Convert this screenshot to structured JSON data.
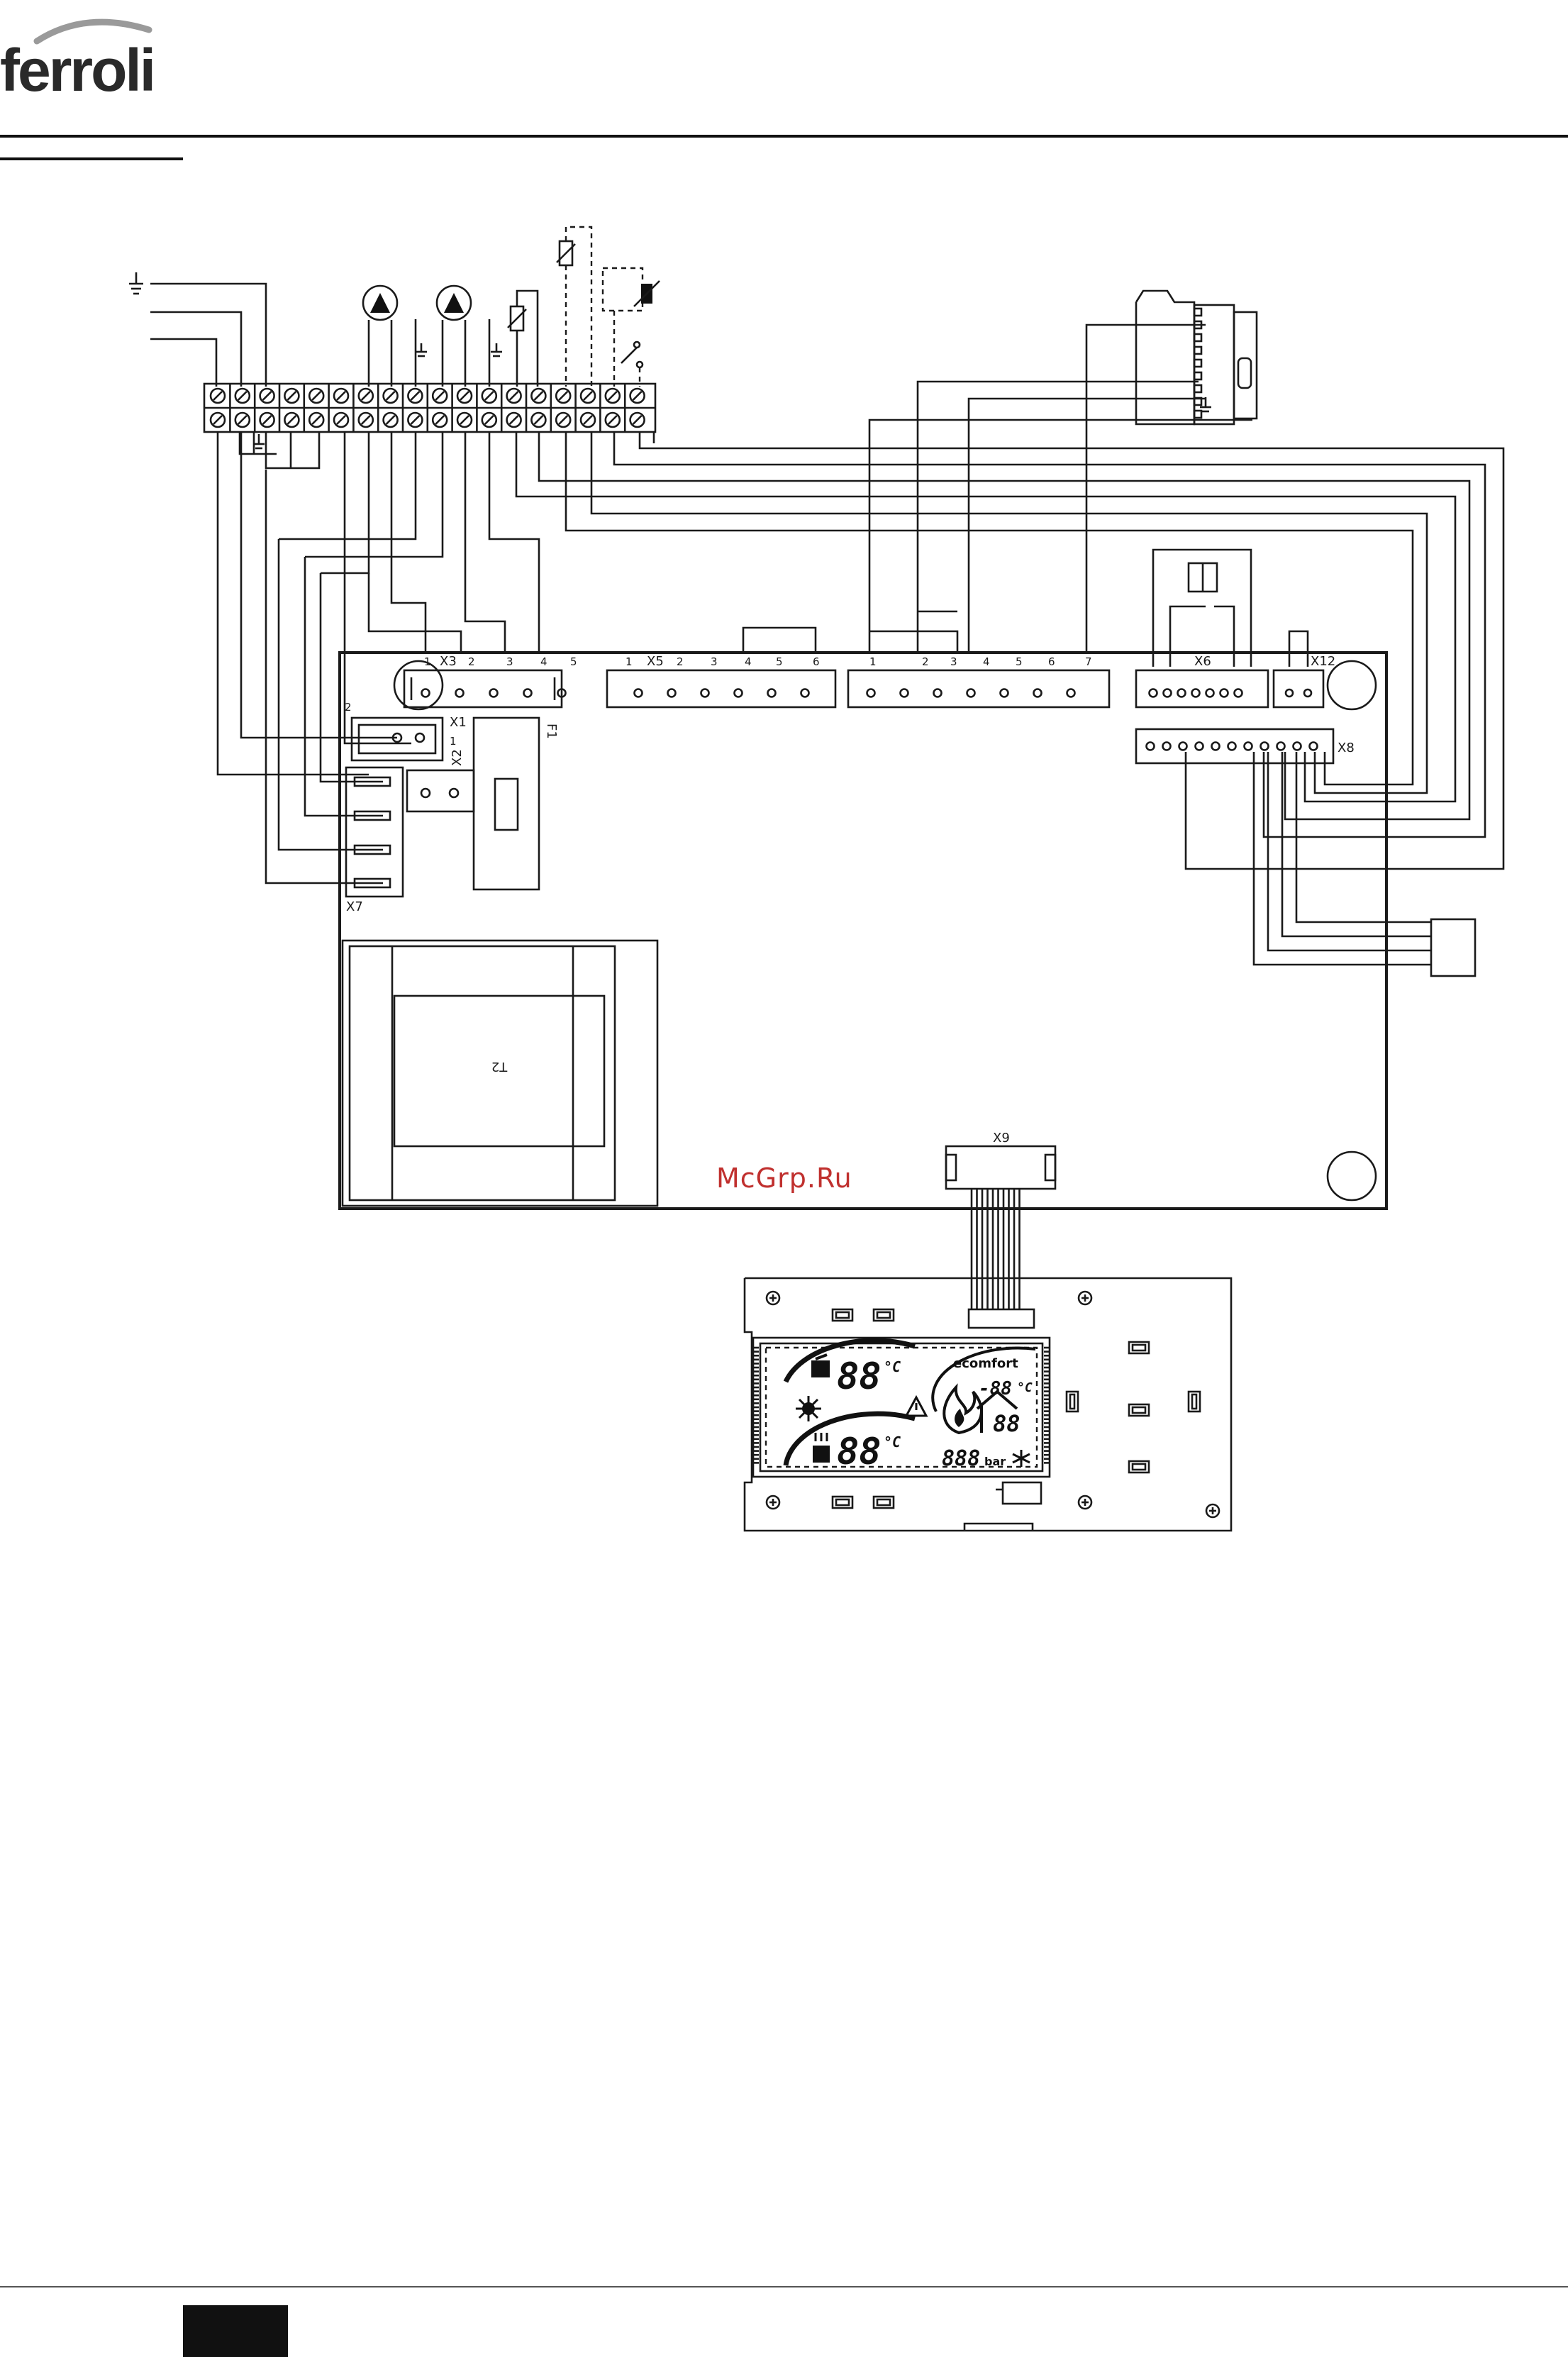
{
  "header": {
    "brand": "ferroli",
    "brand_color": "#2a2a2a"
  },
  "watermark": {
    "text": "McGrp.Ru",
    "color": "#c0302e"
  },
  "board": {
    "connectors": {
      "x1": "X1",
      "x2": "X2",
      "x3": "X3",
      "x5": "X5",
      "x6": "X6",
      "x7": "X7",
      "x8": "X8",
      "x9": "X9",
      "x12": "X12",
      "fuse": "F1",
      "transformer": "T2"
    },
    "x3_pins": [
      "1",
      "2",
      "3",
      "4",
      "5"
    ],
    "x5_pins": [
      "1",
      "2",
      "3",
      "4",
      "5",
      "6"
    ],
    "x4_pins": [
      "1",
      "2",
      "3",
      "4",
      "5",
      "6",
      "7"
    ],
    "x1_pins": [
      "2",
      "1"
    ]
  },
  "display": {
    "brand": "ecomfort",
    "ch_temp": "88",
    "dhw_temp": "88",
    "room_temp": "-88",
    "pressure_digits": "888",
    "small_digits": "88",
    "unit_celsius": "°C",
    "unit_pressure": "bar"
  },
  "icons": [
    "earth-icon",
    "pump-icon",
    "ntc-sensor-icon",
    "thermostat-icon",
    "flame-icon",
    "warning-icon",
    "sun-icon",
    "snowflake-icon",
    "radiator-icon",
    "tap-icon",
    "house-icon"
  ]
}
